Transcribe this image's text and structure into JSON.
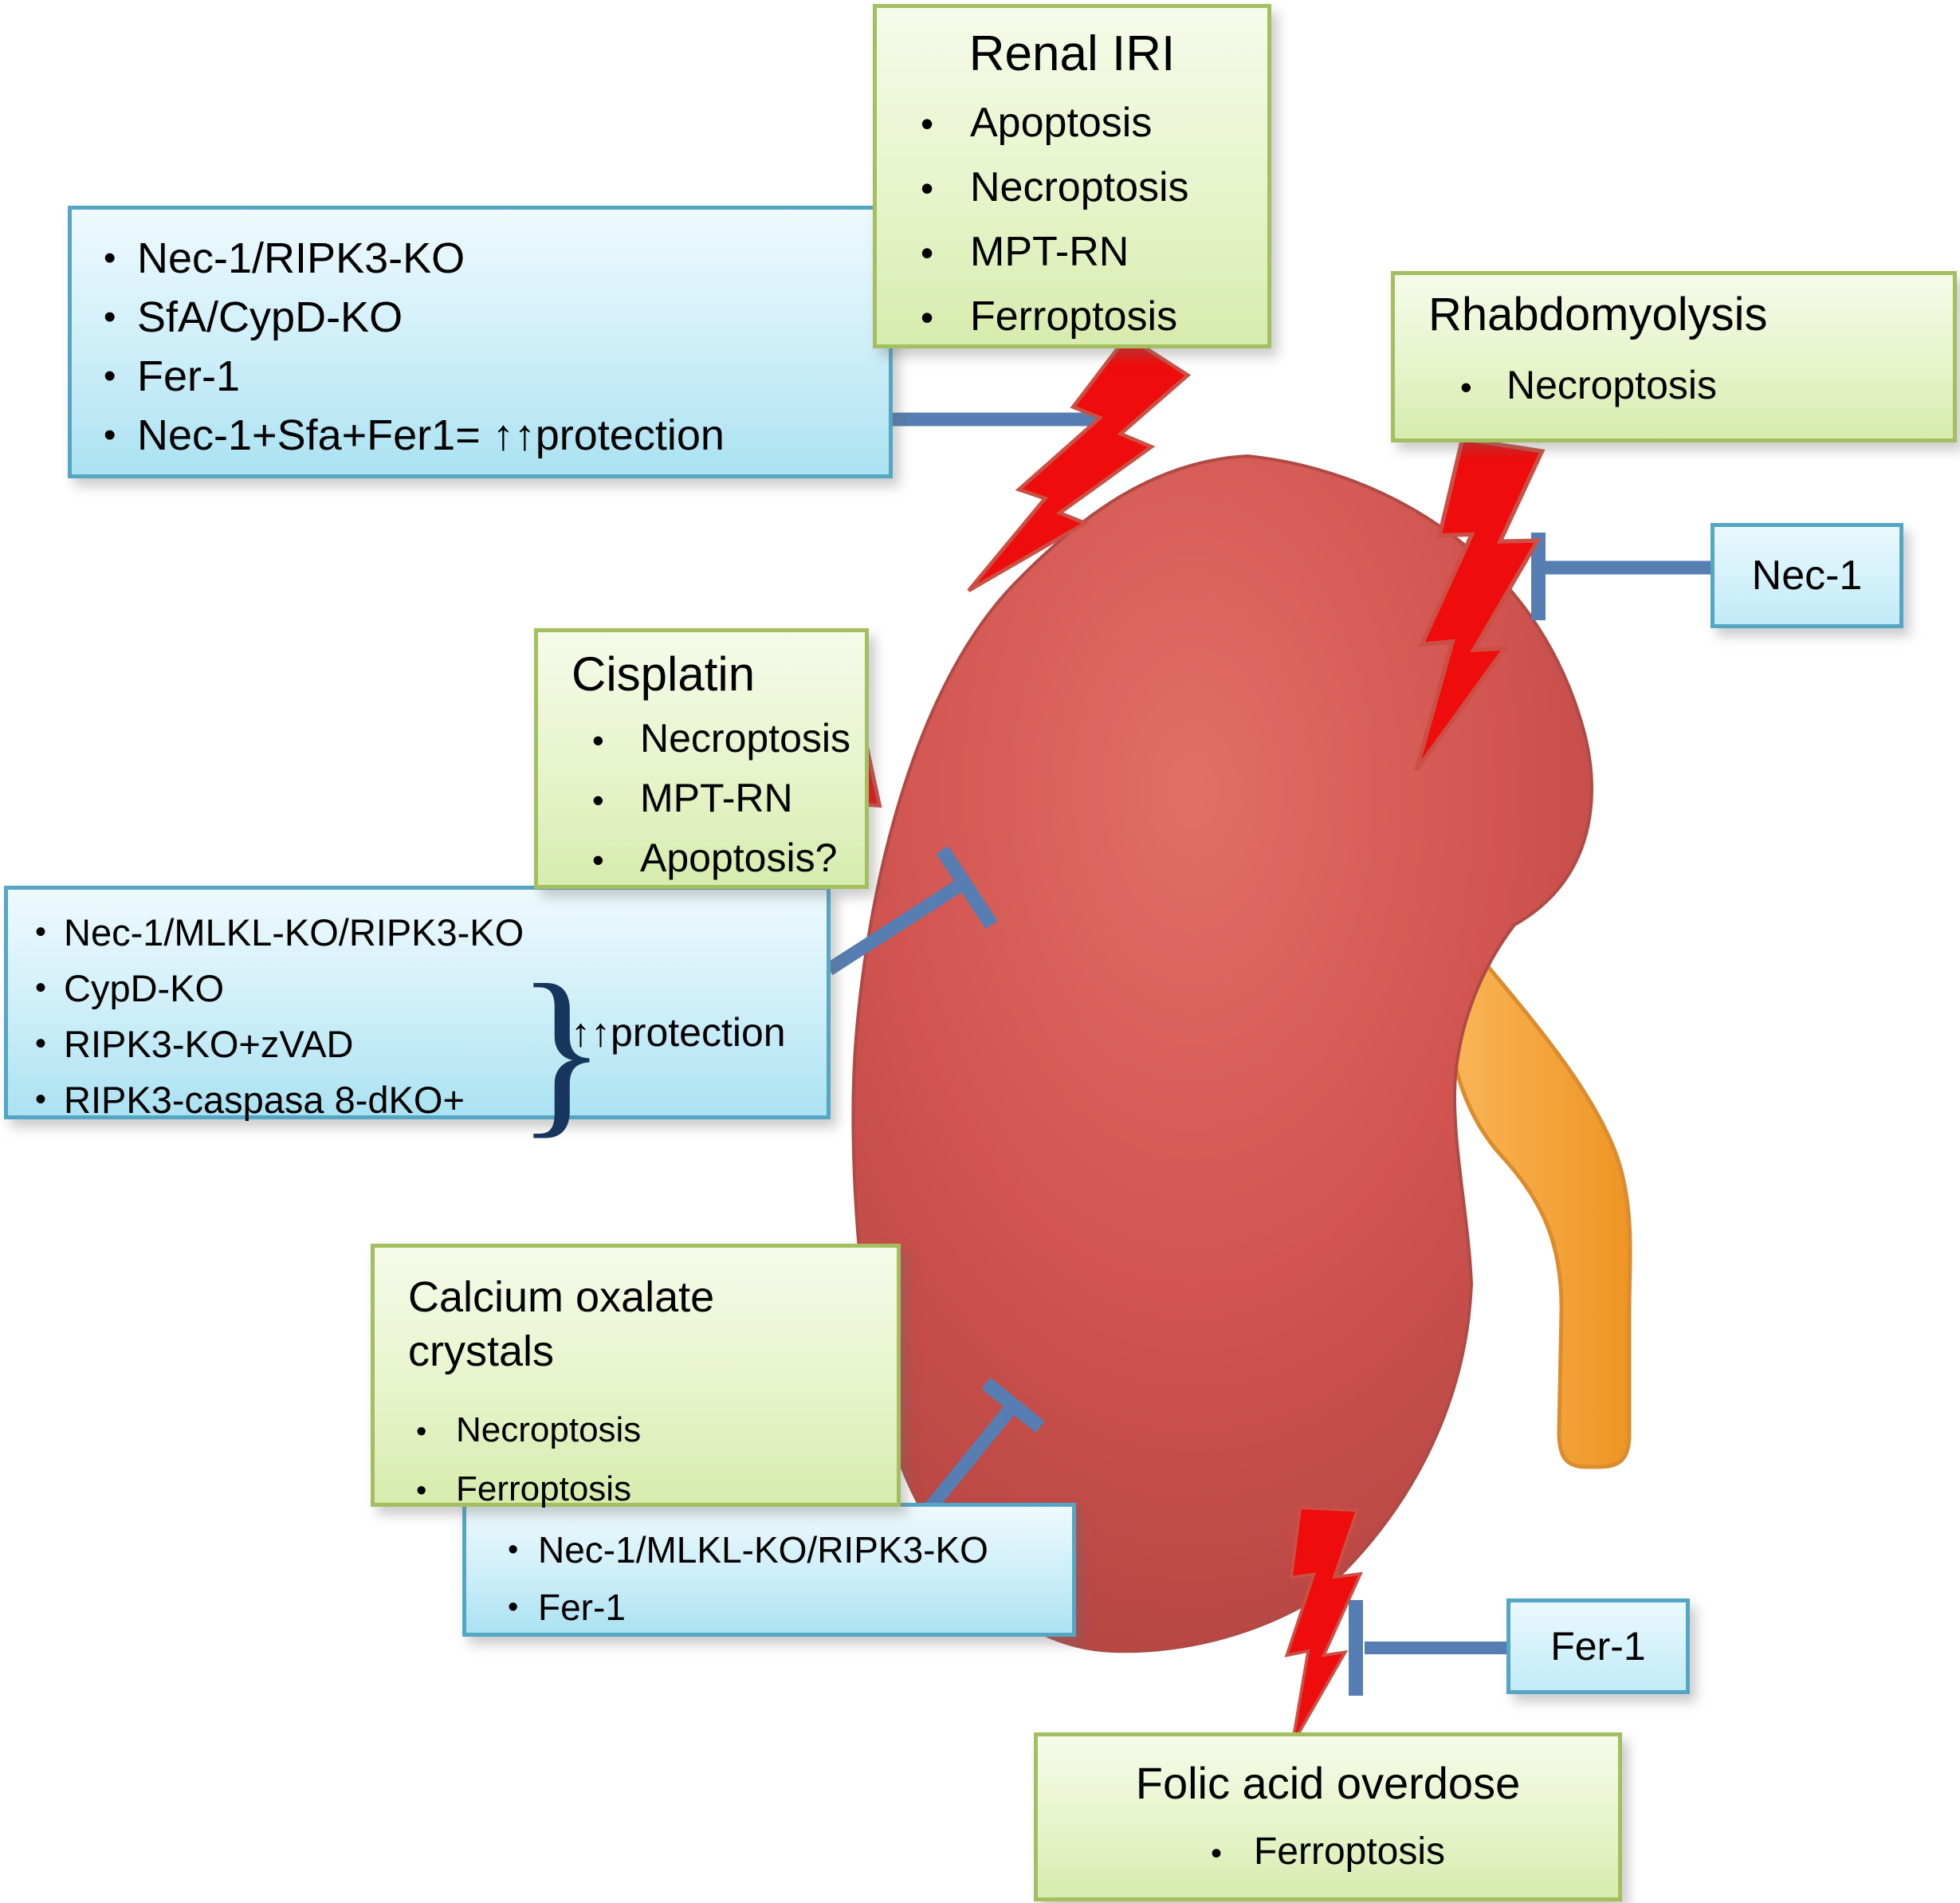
{
  "colors": {
    "green_border": "#a3bf60",
    "green_fill_top": "#f5fbe9",
    "green_fill_bottom": "#d7ecae",
    "blue_border": "#55a6c5",
    "blue_fill_top": "#eefafd",
    "blue_fill_bottom": "#abe2f1",
    "inhibitor_line": "#567eb3",
    "bolt_fill": "#ee0c0c",
    "bolt_stroke": "#cb4f44",
    "kidney_light": "#e26f66",
    "kidney_main": "#d15450",
    "kidney_edge": "#ad413e",
    "ureter_fill": "#f5a43e",
    "ureter_stroke": "#db8c2e",
    "brace": "#17365d"
  },
  "boxes": {
    "renal_iri": {
      "title": "Renal IRI",
      "items": [
        "Apoptosis",
        "Necroptosis",
        "MPT-RN",
        "Ferroptosis"
      ]
    },
    "iri_protect": {
      "items": [
        "Nec-1/RIPK3-KO",
        "SfA/CypD-KO",
        "Fer-1",
        "Nec-1+Sfa+Fer1= ↑↑protection"
      ]
    },
    "rhabdomyolysis": {
      "title": "Rhabdomyolysis",
      "items": [
        "Necroptosis"
      ]
    },
    "nec1": {
      "label": "Nec-1"
    },
    "cisplatin": {
      "title": "Cisplatin",
      "items": [
        "Necroptosis",
        "MPT-RN",
        "Apoptosis?"
      ]
    },
    "cisplatin_protect": {
      "items": [
        "Nec-1/MLKL-KO/RIPK3-KO",
        "CypD-KO",
        "RIPK3-KO+zVAD",
        "RIPK3-caspasa 8-dKO+"
      ],
      "brace": "}",
      "brace_label": "↑↑protection"
    },
    "calcium_oxalate": {
      "title_line1": "Calcium oxalate",
      "title_line2": "crystals",
      "items": [
        "Necroptosis",
        "Ferroptosis"
      ]
    },
    "calcium_protect": {
      "items": [
        "Nec-1/MLKL-KO/RIPK3-KO",
        "Fer-1"
      ]
    },
    "fer1": {
      "label": "Fer-1"
    },
    "folic_acid": {
      "title": "Folic acid overdose",
      "items": [
        "Ferroptosis"
      ]
    }
  }
}
